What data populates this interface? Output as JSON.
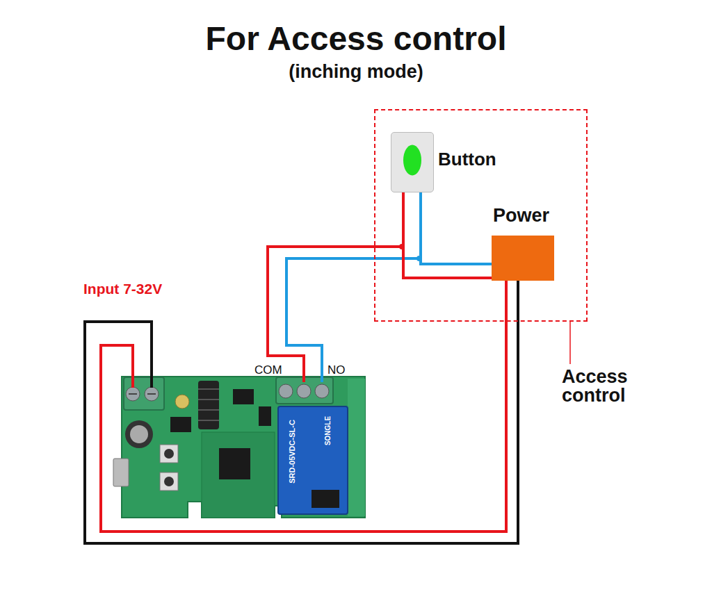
{
  "diagram": {
    "title": "For Access control",
    "nodes": [
      {
        "text": [
          "Access control"
        ]
      },
      {
        "text": [
          "Button"
        ],
        "in": 0
      },
      {
        "text": [
          "Power"
        ],
        "in": 0
      }
    ],
    "edges": [
      {
        "from": 1,
        "to": 2,
        "arrow": "none"
      },
      {
        "from": 1,
        "to": 2,
        "arrow": "none"
      }
    ],
    "labels": [
      "(inching mode)",
      "Input 7-32V",
      "COM",
      "NO",
      "SRD-05VDC-SL-C",
      "SONGLE"
    ]
  }
}
